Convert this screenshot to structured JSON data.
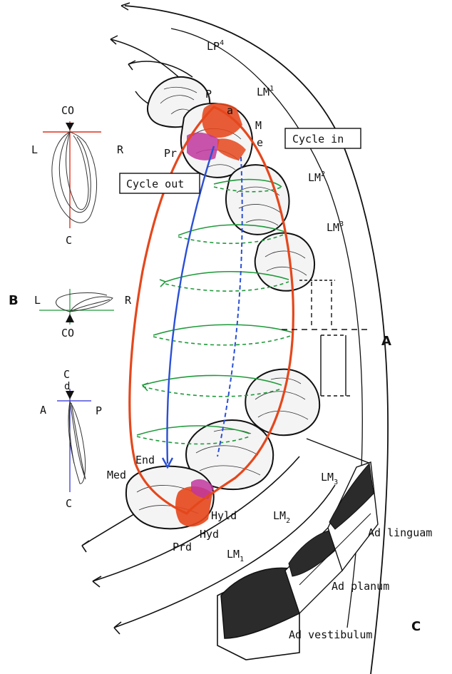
{
  "labels": {
    "lp4": "LP",
    "lp4_sup": "4",
    "lm1": "LM",
    "lm1_sup": "1",
    "lm2": "LM",
    "lm2_sup": "2",
    "lm3": "LM",
    "lm3_sup": "3",
    "lm_low3": "LM",
    "lm_low3_sub": "3",
    "lm_low2": "LM",
    "lm_low2_sub": "2",
    "lm_low1": "LM",
    "lm_low1_sub": "1",
    "p": "P",
    "m": "M",
    "a": "a",
    "e": "e",
    "pr": "Pr",
    "end": "End",
    "med": "Med",
    "hyld": "Hyld",
    "hyd": "Hyd",
    "prd": "Prd",
    "cycle_in": "Cycle in",
    "cycle_out": "Cycle out",
    "panel_a": "A",
    "panel_b": "B",
    "panel_c": "C",
    "ad_linguam": "Ad linguam",
    "ad_planum": "Ad planum",
    "ad_vestibulum": "Ad vestibulum",
    "top_co": "CO",
    "top_l": "L",
    "top_r": "R",
    "top_c": "C",
    "mid_l": "L",
    "mid_r": "R",
    "mid_co": "CO",
    "low_c": "C",
    "low_d": "d",
    "low_a": "A",
    "low_p": "P",
    "low_c2": "C"
  },
  "colors": {
    "orange_path": "#e5471c",
    "blue_path": "#2a4fd6",
    "green_loops": "#1f9a3a",
    "purple_facet": "#c0369c",
    "red_axis": "#e0301c",
    "blue_axis": "#2a2ad0"
  }
}
